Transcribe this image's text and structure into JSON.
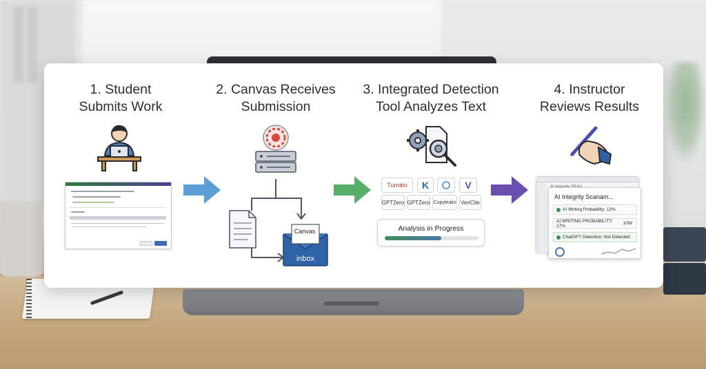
{
  "steps": [
    {
      "title_line1": "1. Student",
      "title_line2": "Submits Work"
    },
    {
      "title_line1": "2. Canvas Receives",
      "title_line2": "Submission"
    },
    {
      "title_line1": "3. Integrated Detection",
      "title_line2": "Tool Analyzes Text"
    },
    {
      "title_line1": "4. Instructor",
      "title_line2": "Reviews Results"
    }
  ],
  "canvas_inbox": {
    "label_top": "Canvas",
    "label_bottom": "inbox"
  },
  "tools": [
    "Turnitin",
    "K",
    "",
    "V",
    "GPT2ero",
    "GPTZero",
    "Copyleaks",
    "VeriCite"
  ],
  "analysis": {
    "label": "Analysis in Progress",
    "progress": 0.6
  },
  "results": {
    "title": "AI Integrity Scanam...",
    "window_title": "AI Integrity SEArt",
    "row1": "AI Writing Probability: 12%",
    "row2_label": "AI WRITING PROBABILITY: 17%",
    "row2_value": "10W",
    "row3": "ChatGPT Detection: Not Detected"
  },
  "colors": {
    "arrow1": "#5b9fd6",
    "arrow2": "#57ad6a",
    "arrow3": "#6a4fb0",
    "canvas_red": "#d8493c",
    "inbox_blue": "#2f63a8"
  }
}
